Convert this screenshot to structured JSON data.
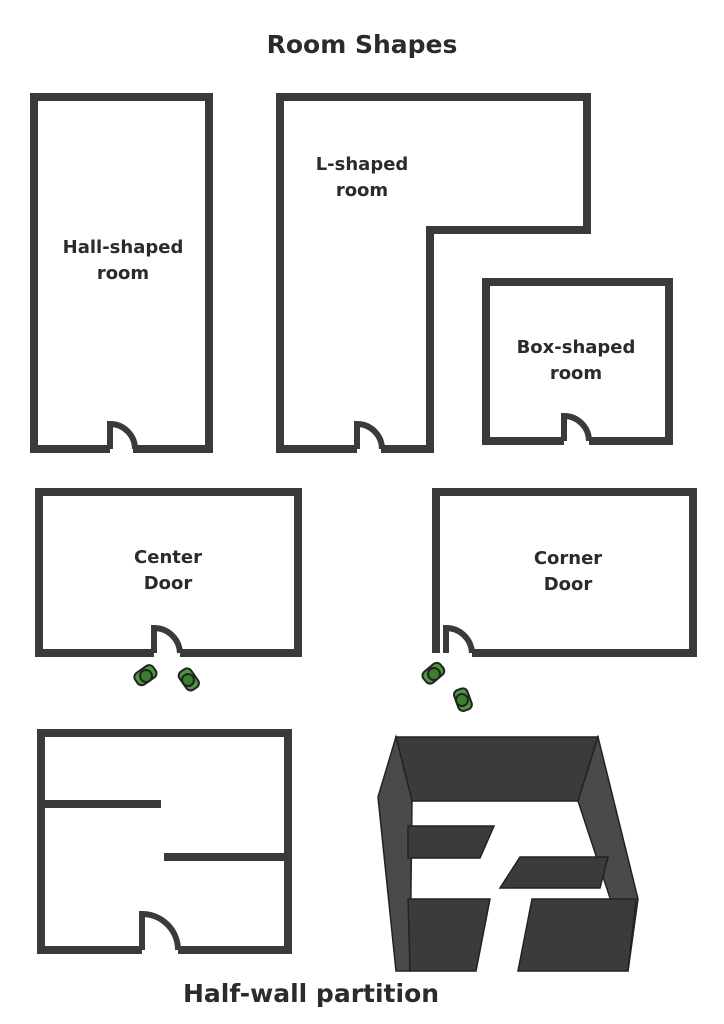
{
  "title": "Room Shapes",
  "footer_title": "Half-wall partition",
  "rooms": {
    "hall": {
      "line1": "Hall-shaped",
      "line2": "room"
    },
    "l_shaped": {
      "line1": "L-shaped",
      "line2": "room"
    },
    "box": {
      "line1": "Box-shaped",
      "line2": "room"
    },
    "center_door": {
      "line1": "Center",
      "line2": "Door"
    },
    "corner_door": {
      "line1": "Corner",
      "line2": "Door"
    }
  },
  "colors": {
    "wall": "#3a3a3a",
    "person": "#4a9a3a",
    "text": "#2b2b2b"
  }
}
